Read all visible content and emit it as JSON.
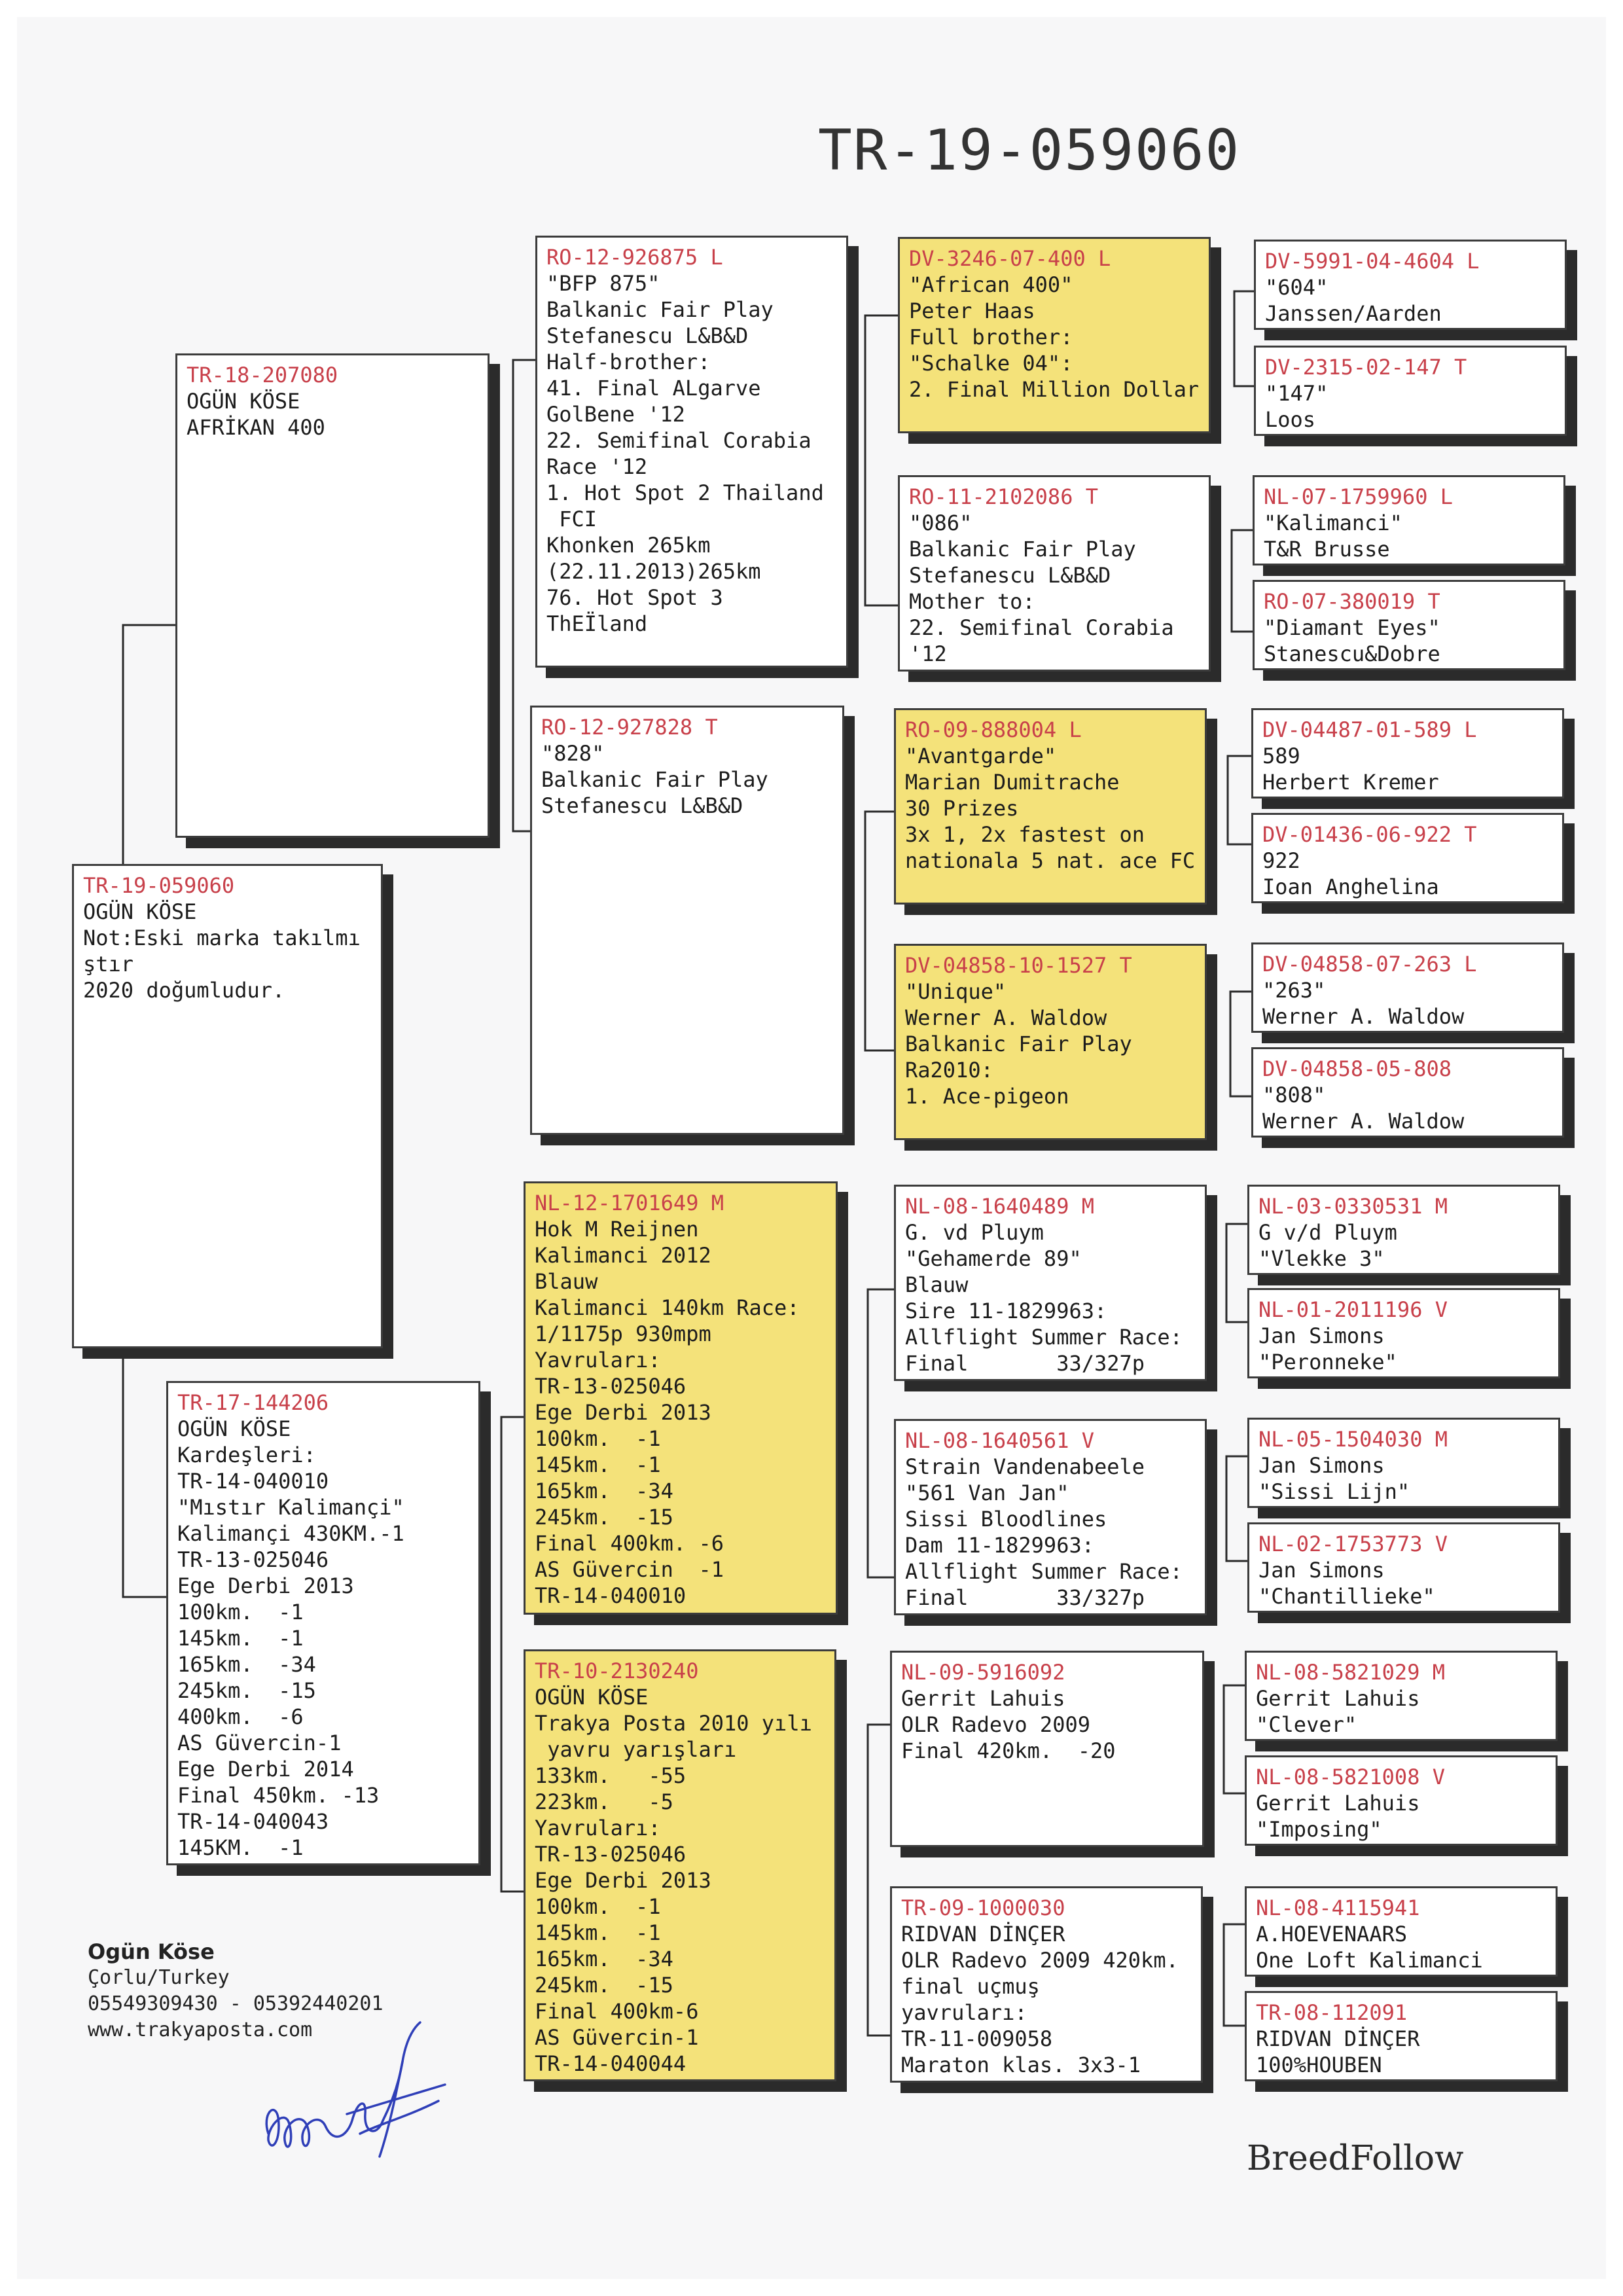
{
  "title": "TR-19-059060",
  "pigeons": {
    "main": {
      "ring": "TR-19-059060",
      "lines": [
        "OGÜN KÖSE",
        "Not:Eski marka takılmı",
        "ştır",
        "2020 doğumludur."
      ]
    },
    "father": {
      "ring": "TR-18-207080",
      "lines": [
        "OGÜN KÖSE",
        "AFRİKAN 400"
      ]
    },
    "mother": {
      "ring": "TR-17-144206",
      "lines": [
        "OGÜN KÖSE",
        "Kardeşleri:",
        "TR-14-040010",
        "\"Mıstır Kalimançi\"",
        "Kalimançi 430KM.-1",
        "TR-13-025046",
        "Ege Derbi 2013",
        "100km.  -1",
        "145km.  -1",
        "165km.  -34",
        "245km.  -15",
        "400km.  -6",
        "AS Güvercin-1",
        "Ege Derbi 2014",
        "Final 450km. -13",
        "TR-14-040043",
        "145KM.  -1"
      ]
    },
    "ff": {
      "ring": "RO-12-926875 L",
      "lines": [
        "\"BFP 875\"",
        "Balkanic Fair Play",
        "Stefanescu L&B&D",
        "",
        "Half-brother:",
        "41. Final ALgarve",
        "GolBene '12",
        "22. Semifinal Corabia",
        "Race '12",
        "1. Hot Spot 2 Thailand",
        " FCI",
        "Khonken 265km",
        "(22.11.2013)265km",
        "76. Hot Spot 3",
        "ThEÏland"
      ]
    },
    "fm": {
      "ring": "RO-12-927828 T",
      "lines": [
        "\"828\"",
        "Balkanic Fair Play",
        "Stefanescu L&B&D"
      ]
    },
    "mf": {
      "ring": "NL-12-1701649 M",
      "lines": [
        "Hok M Reijnen",
        "Kalimanci 2012",
        "Blauw",
        "Kalimanci 140km Race:",
        "1/1175p 930mpm",
        "Yavruları:",
        "TR-13-025046",
        "Ege Derbi 2013",
        "100km.  -1",
        "145km.  -1",
        "165km.  -34",
        "245km.  -15",
        "Final 400km. -6",
        "AS Güvercin  -1",
        "TR-14-040010"
      ]
    },
    "mm": {
      "ring": "TR-10-2130240",
      "lines": [
        "OGÜN KÖSE",
        "Trakya Posta 2010 yılı",
        " yavru yarışları",
        "133km.   -55",
        "223km.   -5",
        "Yavruları:",
        "TR-13-025046",
        "Ege Derbi 2013",
        "100km.  -1",
        "145km.  -1",
        "165km.  -34",
        "245km.  -15",
        "Final 400km-6",
        "AS Güvercin-1",
        "TR-14-040044"
      ]
    },
    "fff": {
      "ring": "DV-3246-07-400 L",
      "lines": [
        "\"African 400\"",
        "Peter Haas",
        "",
        "Full brother:",
        "\"Schalke 04\":",
        "2. Final Million Dollar"
      ]
    },
    "ffm": {
      "ring": "RO-11-2102086 T",
      "lines": [
        "\"086\"",
        "Balkanic Fair Play",
        "Stefanescu L&B&D",
        "Mother to:",
        "22. Semifinal Corabia",
        "'12"
      ]
    },
    "fmf": {
      "ring": "RO-09-888004 L",
      "lines": [
        "\"Avantgarde\"",
        "Marian Dumitrache",
        "",
        "30 Prizes",
        "3x 1, 2x fastest on",
        "nationala 5 nat. ace FC"
      ]
    },
    "fmm": {
      "ring": "DV-04858-10-1527 T",
      "lines": [
        "\"Unique\"",
        "Werner A. Waldow",
        "",
        "Balkanic Fair Play",
        "Ra2010:",
        "1. Ace-pigeon"
      ]
    },
    "mff": {
      "ring": "NL-08-1640489 M",
      "lines": [
        "G. vd Pluym",
        "\"Gehamerde 89\"",
        "Blauw",
        "Sire 11-1829963:",
        "Allflight Summer Race:",
        "Final       33/327p"
      ]
    },
    "mfm": {
      "ring": "NL-08-1640561 V",
      "lines": [
        "Strain Vandenabeele",
        "\"561 Van Jan\"",
        "Sissi Bloodlines",
        "Dam 11-1829963:",
        "Allflight Summer Race:",
        "Final       33/327p"
      ]
    },
    "mmf": {
      "ring": "NL-09-5916092",
      "lines": [
        "Gerrit Lahuis",
        "OLR Radevo 2009",
        "Final 420km.  -20"
      ]
    },
    "mmm": {
      "ring": "TR-09-1000030",
      "lines": [
        "RIDVAN DİNÇER",
        "OLR Radevo 2009 420km.",
        "final uçmuş",
        "yavruları:",
        "TR-11-009058",
        "Maraton klas. 3x3-1"
      ]
    },
    "g1": {
      "ring": "DV-5991-04-4604 L",
      "lines": [
        "\"604\"",
        "Janssen/Aarden"
      ]
    },
    "g2": {
      "ring": "DV-2315-02-147 T",
      "lines": [
        "\"147\"",
        "Loos"
      ]
    },
    "g3": {
      "ring": "NL-07-1759960 L",
      "lines": [
        "\"Kalimanci\"",
        "T&R Brusse"
      ]
    },
    "g4": {
      "ring": "RO-07-380019 T",
      "lines": [
        "\"Diamant Eyes\"",
        "Stanescu&Dobre"
      ]
    },
    "g5": {
      "ring": "DV-04487-01-589 L",
      "lines": [
        "589",
        "Herbert Kremer"
      ]
    },
    "g6": {
      "ring": "DV-01436-06-922 T",
      "lines": [
        "922",
        "Ioan Anghelina"
      ]
    },
    "g7": {
      "ring": "DV-04858-07-263 L",
      "lines": [
        "\"263\"",
        "Werner A. Waldow"
      ]
    },
    "g8": {
      "ring": "DV-04858-05-808",
      "lines": [
        "\"808\"",
        "Werner A. Waldow"
      ]
    },
    "g9": {
      "ring": "NL-03-0330531 M",
      "lines": [
        "G v/d Pluym",
        "\"Vlekke 3\""
      ]
    },
    "g10": {
      "ring": "NL-01-2011196 V",
      "lines": [
        "Jan Simons",
        "\"Peronneke\""
      ]
    },
    "g11": {
      "ring": "NL-05-1504030 M",
      "lines": [
        "Jan Simons",
        "\"Sissi Lijn\""
      ]
    },
    "g12": {
      "ring": "NL-02-1753773 V",
      "lines": [
        "Jan Simons",
        "\"Chantillieke\""
      ]
    },
    "g13": {
      "ring": "NL-08-5821029 M",
      "lines": [
        "Gerrit Lahuis",
        "\"Clever\""
      ]
    },
    "g14": {
      "ring": "NL-08-5821008 V",
      "lines": [
        "Gerrit Lahuis",
        "\"Imposing\""
      ]
    },
    "g15": {
      "ring": "NL-08-4115941",
      "lines": [
        "A.HOEVENAARS",
        "One Loft Kalimanci"
      ]
    },
    "g16": {
      "ring": "TR-08-112091",
      "lines": [
        "RIDVAN DİNÇER",
        "100%HOUBEN"
      ]
    }
  },
  "footer": {
    "name": "Ogün Köse",
    "lines": [
      "Çorlu/Turkey",
      "05549309430 - 05392440201",
      "www.trakyaposta.com"
    ]
  },
  "brand": "BreedFollow",
  "colors": {
    "ring_text": "#c8404a",
    "highlight_fill": "#f4e27a",
    "box_shadow": "#2b2b2b"
  }
}
